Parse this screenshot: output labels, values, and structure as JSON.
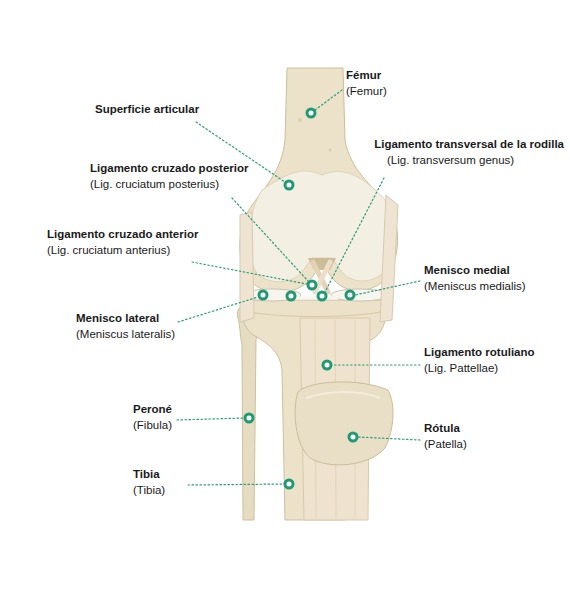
{
  "diagram": {
    "labels": [
      "Fémur",
      "(Femur)",
      "Superficie articular",
      "Ligamento transversal de la rodilla",
      "(Lig. transversum genus)",
      "Ligamento cruzado posterior",
      "(Lig. cruciatum posterius)",
      "Ligamento cruzado anterior",
      "(Lig. cruciatum anterius)",
      "Menisco medial",
      "(Meniscus medialis)",
      "Menisco lateral",
      "(Meniscus lateralis)",
      "Ligamento rotuliano",
      "(Lig. Pattellae)",
      "Peroné",
      "(Fibula)",
      "Rótula",
      "(Patella)",
      "Tibia",
      "(Tibia)"
    ]
  }
}
